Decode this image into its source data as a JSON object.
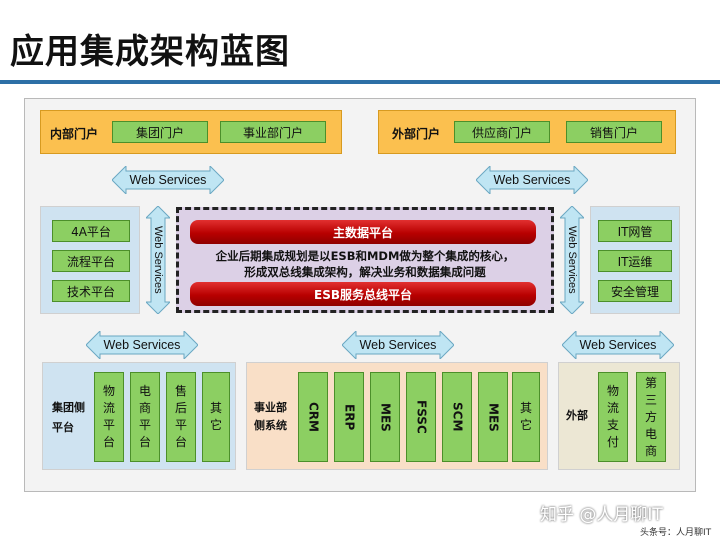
{
  "title": "应用集成架构蓝图",
  "portals": {
    "internal": {
      "label": "内部门户",
      "items": [
        "集团门户",
        "事业部门户"
      ]
    },
    "external": {
      "label": "外部门户",
      "items": [
        "供应商门户",
        "销售门户"
      ]
    }
  },
  "web_services_label": "Web Services",
  "left_platforms": [
    "4A平台",
    "流程平台",
    "技术平台"
  ],
  "right_platforms": [
    "IT网管",
    "IT运维",
    "安全管理"
  ],
  "center": {
    "master_data": "主数据平台",
    "description_line1": "企业后期集成规划是以ESB和MDM做为整个集成的核心，",
    "description_line2": "形成双总线集成架构，解决业务和数据集成问题",
    "esb": "ESB服务总线平台"
  },
  "group_systems": {
    "label_line1": "集团侧",
    "label_line2": "平台",
    "items": [
      "物流平台",
      "电商平台",
      "售后平台",
      "其它"
    ]
  },
  "division_systems": {
    "label_line1": "事业部",
    "label_line2": "侧系统",
    "items": [
      "CRM",
      "ERP",
      "MES",
      "FSSC",
      "SCM",
      "MES",
      "其它"
    ]
  },
  "external_systems": {
    "label": "外部",
    "items": [
      "物流支付",
      "第三方电商"
    ]
  },
  "watermark": "知乎 @人月聊IT",
  "footer": "头条号：人月聊IT",
  "colors": {
    "title_rule": "#2d6fa6",
    "portal_zone": "#fbc04f",
    "system_box": "#8ccf62",
    "pipe": "#c00000",
    "left_zone": "#cfe3f1",
    "division_zone": "#f9dfc7",
    "external_zone": "#ece7d4",
    "center_zone": "#dcd0e6"
  }
}
